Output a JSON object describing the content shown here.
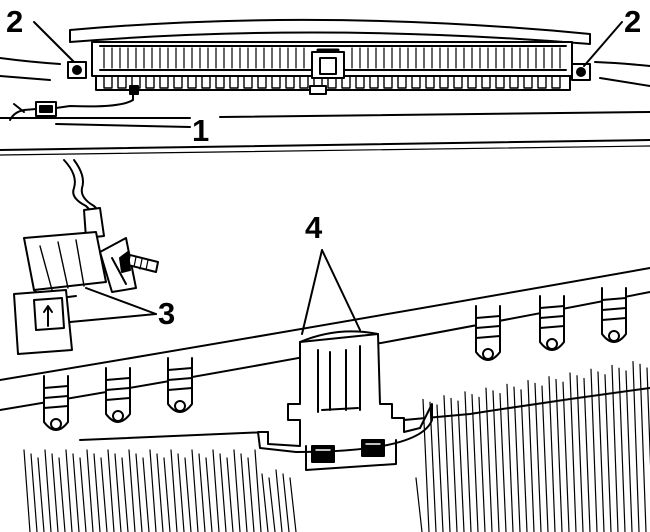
{
  "callouts": {
    "brake_light": "1",
    "screw_left": "2",
    "screw_right": "2",
    "connector": "3",
    "retaining_clip": "4"
  },
  "colors": {
    "ink": "#000000",
    "paper": "#ffffff"
  }
}
